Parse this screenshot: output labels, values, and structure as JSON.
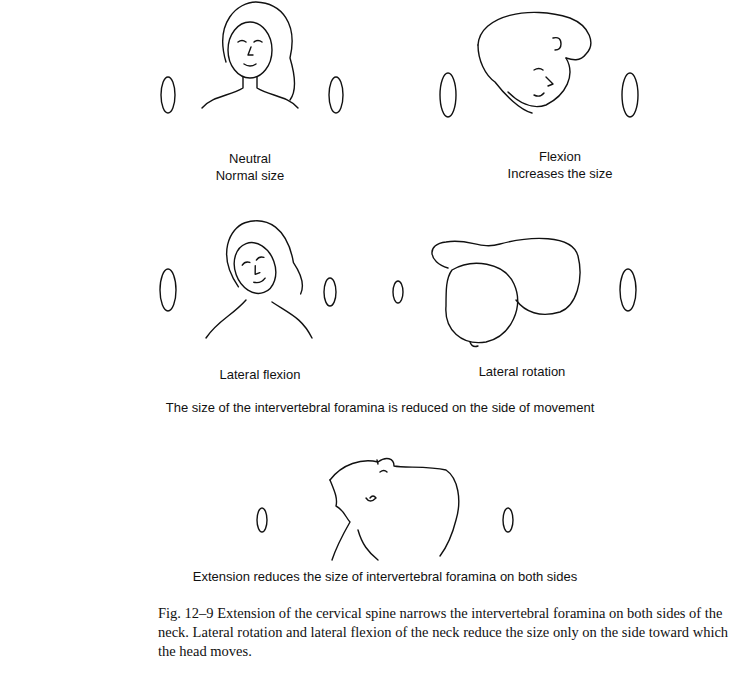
{
  "diagram": {
    "caption": "Fig. 12–9 Extension of the cervical spine narrows the intervertebral foramina on both sides of the neck. Lateral rotation and lateral flexion of the neck reduce the size only on the side toward which the head moves.",
    "labels": [
      "Neutral",
      "Normal size",
      "Flexion",
      "Increases the size",
      "Lateral flexion",
      "Lateral rotation",
      "The size of the intervertebral foramina is reduced on the side of movement",
      "Extension reduces the size of intervertebral foramina on both sides"
    ]
  }
}
